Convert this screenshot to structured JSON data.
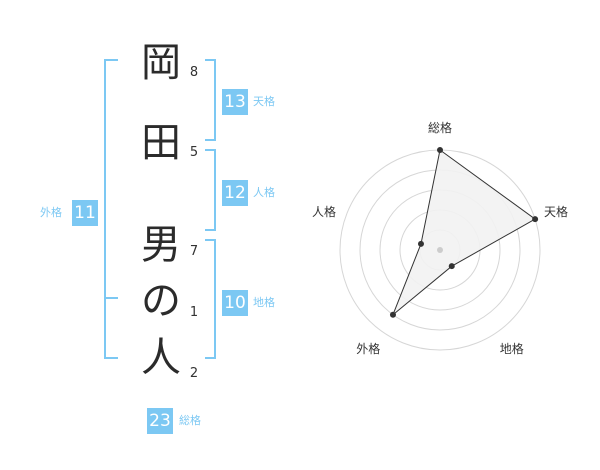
{
  "name": {
    "characters": [
      {
        "char": "岡",
        "strokes": "8"
      },
      {
        "char": "田",
        "strokes": "5"
      },
      {
        "char": "男",
        "strokes": "7"
      },
      {
        "char": "の",
        "strokes": "1"
      },
      {
        "char": "人",
        "strokes": "2"
      }
    ]
  },
  "kakusu": {
    "tenkaku": {
      "label": "天格",
      "value": "13"
    },
    "jinkaku": {
      "label": "人格",
      "value": "12"
    },
    "chikaku": {
      "label": "地格",
      "value": "10"
    },
    "gaikaku": {
      "label": "外格",
      "value": "11"
    },
    "soukaku": {
      "label": "総格",
      "value": "23"
    }
  },
  "chart_data": {
    "type": "radar",
    "axes": [
      "総格",
      "天格",
      "地格",
      "外格",
      "人格"
    ],
    "values": [
      5,
      5,
      1,
      4,
      1
    ],
    "max": 5,
    "rings": 5
  },
  "colors": {
    "accent": "#7cc8f3",
    "bracket": "#7cc8f3",
    "text": "#2b2b2b",
    "ring": "#d6d6d6",
    "fill": "#f2f2f2",
    "line": "#333333"
  }
}
